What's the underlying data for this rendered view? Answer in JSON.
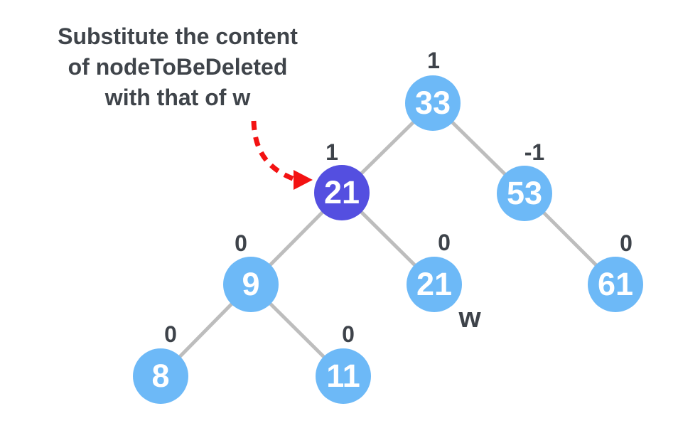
{
  "annotation": {
    "lines": [
      "Substitute the content",
      "of nodeToBeDeleted",
      "with that of w"
    ]
  },
  "pointer_arrow": {
    "style": "dashed-curve",
    "color": "#F31212",
    "points_to": "nodeToBeDeleted (21)"
  },
  "colors": {
    "node_blue": "#6DB9F7",
    "node_highlight_purple": "#544FE0",
    "edge_gray": "#BDBDBD",
    "text_dark": "#3E434A",
    "node_text": "#FFFFFF",
    "arrow_red": "#F31212"
  },
  "tree": {
    "description": "AVL tree during deletion step",
    "nodes": [
      {
        "value": "33",
        "balance_factor": "1",
        "role": "root"
      },
      {
        "value": "21",
        "balance_factor": "1",
        "role": "nodeToBeDeleted",
        "highlighted": true
      },
      {
        "value": "53",
        "balance_factor": "-1",
        "role": "right-child-of-root"
      },
      {
        "value": "9",
        "balance_factor": "0",
        "role": "left-child-of-21"
      },
      {
        "value": "21",
        "balance_factor": "0",
        "role": "successor",
        "tag": "w"
      },
      {
        "value": "61",
        "balance_factor": "0",
        "role": "right-child-of-53"
      },
      {
        "value": "8",
        "balance_factor": "0",
        "role": "left-child-of-9"
      },
      {
        "value": "11",
        "balance_factor": "0",
        "role": "right-child-of-9"
      }
    ],
    "edges": [
      [
        "33",
        "21"
      ],
      [
        "33",
        "53"
      ],
      [
        "21",
        "9"
      ],
      [
        "21",
        "21w"
      ],
      [
        "53",
        "61"
      ],
      [
        "9",
        "8"
      ],
      [
        "9",
        "11"
      ]
    ]
  },
  "labels": {
    "w": "w"
  }
}
